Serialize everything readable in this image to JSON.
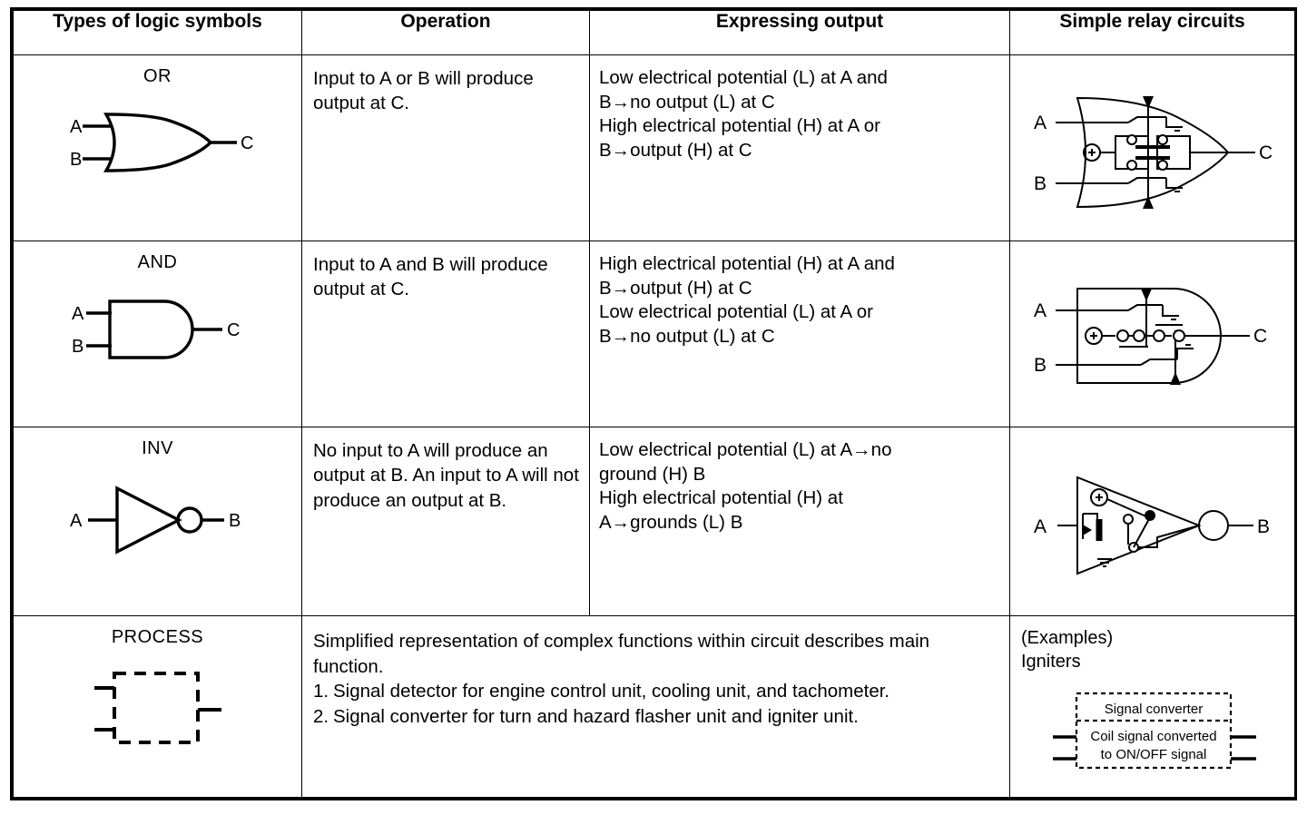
{
  "table": {
    "headers": [
      "Types of logic symbols",
      "Operation",
      "Expressing output",
      "Simple relay circuits"
    ],
    "rows": [
      {
        "symbol_name": "OR",
        "symbol_inputs": [
          "A",
          "B"
        ],
        "symbol_output": "C",
        "operation": "Input to A or B will produce output at C.",
        "output_lines": [
          "Low electrical potential (L) at A and",
          "B→no output (L) at C",
          "High electrical potential (H) at A or",
          "B→output (H) at C"
        ],
        "relay_labels": {
          "in1": "A",
          "in2": "B",
          "out": "C"
        }
      },
      {
        "symbol_name": "AND",
        "symbol_inputs": [
          "A",
          "B"
        ],
        "symbol_output": "C",
        "operation": "Input to A and B will produce output at C.",
        "output_lines": [
          "High electrical potential (H) at A and",
          "B→output (H) at C",
          "Low electrical potential (L) at A or",
          "B→no output (L) at C"
        ],
        "relay_labels": {
          "in1": "A",
          "in2": "B",
          "out": "C"
        }
      },
      {
        "symbol_name": "INV",
        "symbol_inputs": [
          "A"
        ],
        "symbol_output": "B",
        "operation": "No input to A will produce an output at B. An input to A will not produce an output at B.",
        "output_lines": [
          "Low electrical potential (L) at A→no",
          "ground (H) B",
          "High electrical potential (H) at",
          "A→grounds (L) B"
        ],
        "relay_labels": {
          "in1": "A",
          "out": "B"
        }
      },
      {
        "symbol_name": "PROCESS",
        "operation_intro": "Simplified representation of complex functions within circuit describes main function.",
        "operation_items": [
          {
            "num": "1.",
            "text": "Signal detector for engine control unit, cooling unit, and tachometer."
          },
          {
            "num": "2.",
            "text": "Signal converter for turn and hazard flasher unit and igniter unit."
          }
        ],
        "examples_label": "(Examples)",
        "examples_name": "Igniters",
        "example_box": {
          "title": "Signal converter",
          "body_line1": "Coil signal converted",
          "body_line2": "to ON/OFF signal"
        }
      }
    ]
  },
  "colors": {
    "ink": "#000000",
    "paper": "#ffffff"
  }
}
